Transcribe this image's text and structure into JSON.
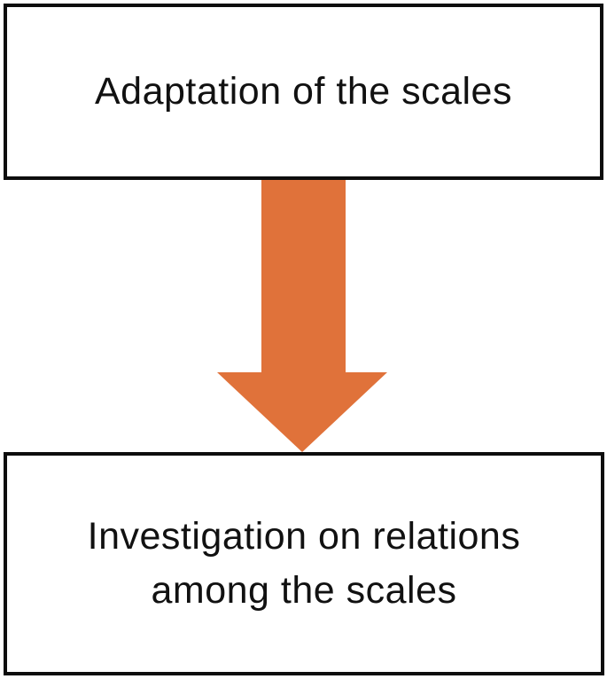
{
  "diagram": {
    "top_box": {
      "label": "Adaptation of the scales"
    },
    "bottom_box": {
      "label": "Investigation on relations\namong the scales"
    },
    "arrow": {
      "direction": "down",
      "color": "#E0723A"
    },
    "colors": {
      "box_border": "#0d0d0d",
      "box_fill": "#ffffff",
      "text": "#111111",
      "background": "#ffffff"
    }
  }
}
